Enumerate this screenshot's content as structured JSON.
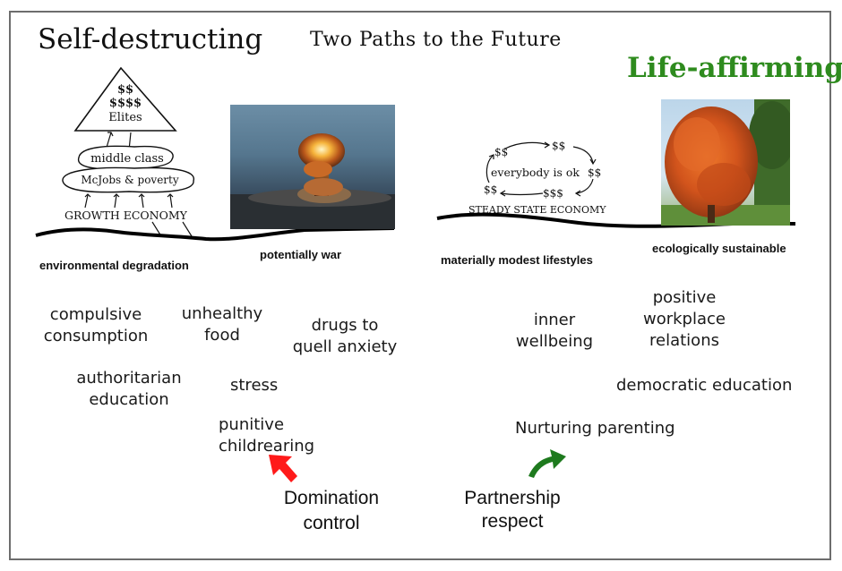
{
  "title": "Two Paths to the Future",
  "left": {
    "heading": "Self-destructing",
    "pyramid": {
      "top_line1": "$$",
      "top_line2": "$$$$",
      "top_line3": "Elites",
      "middle": "middle class",
      "bottom": "McJobs & poverty",
      "base_label": "GROWTH ECONOMY"
    },
    "caption_degradation": "environmental degradation",
    "caption_war": "potentially war",
    "values": {
      "compulsive": [
        "compulsive",
        "consumption"
      ],
      "unhealthy": [
        "unhealthy",
        "food"
      ],
      "drugs": [
        "drugs to",
        "quell anxiety"
      ],
      "authoritarian": [
        "authoritarian",
        "education"
      ],
      "stress": "stress",
      "punitive": [
        "punitive",
        "childrearing"
      ]
    },
    "root": [
      "Domination",
      "control"
    ],
    "arrow_color": "#ff1a1a"
  },
  "right": {
    "heading": "Life-affirming",
    "heading_color": "#2e8b1e",
    "cycle": {
      "top": "$$",
      "left_top": "$$",
      "right": "$$",
      "left_bottom": "$$",
      "bottom": "$$$",
      "center": "everybody is ok",
      "base_label": "STEADY STATE ECONOMY"
    },
    "caption_lifestyles": "materially modest lifestyles",
    "caption_sustainable": "ecologically sustainable",
    "values": {
      "inner": [
        "inner",
        "wellbeing"
      ],
      "workplace": [
        "positive",
        "workplace",
        "relations"
      ],
      "democratic": "democratic education",
      "nurturing": "Nurturing parenting"
    },
    "root": [
      "Partnership",
      "respect"
    ],
    "arrow_color": "#1e7a1e"
  }
}
